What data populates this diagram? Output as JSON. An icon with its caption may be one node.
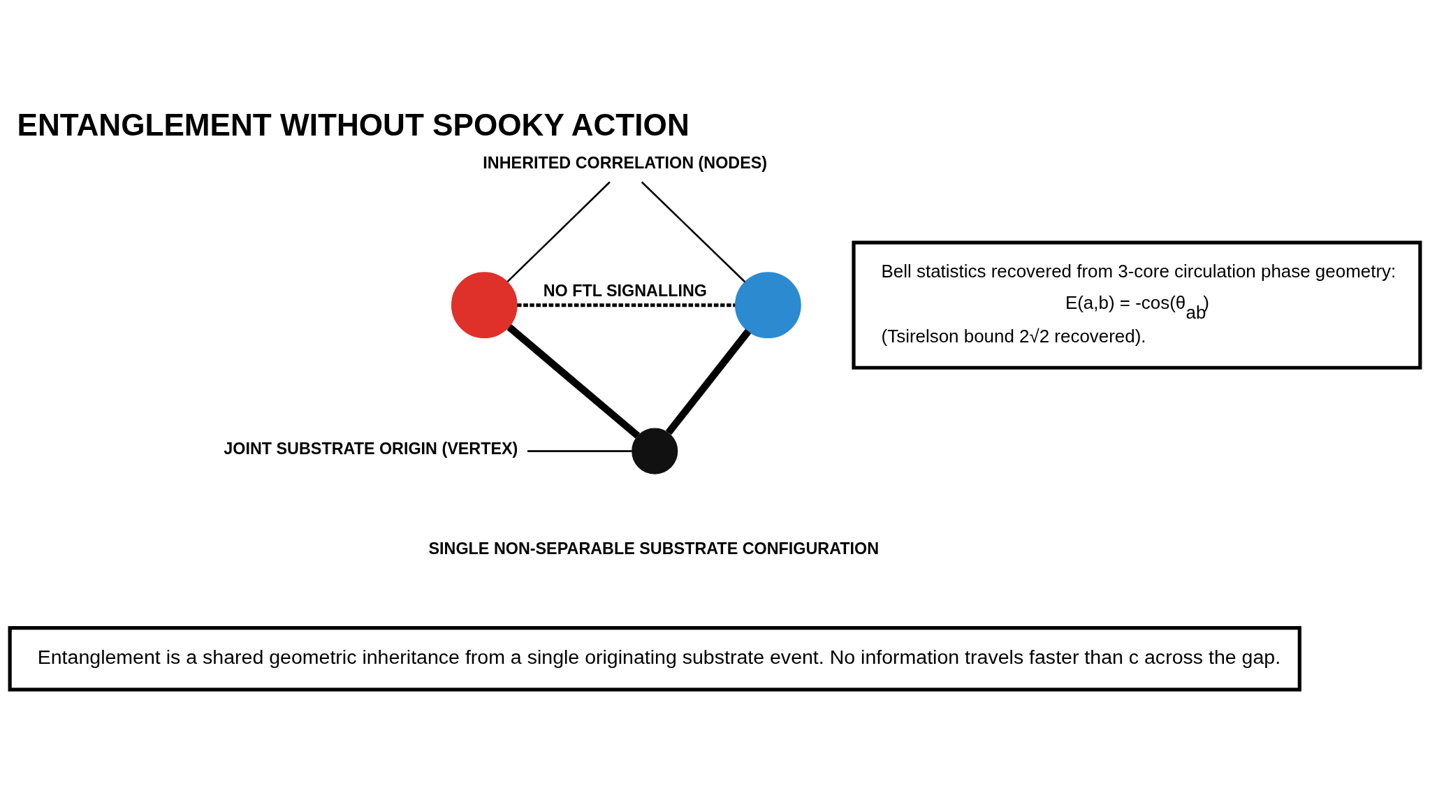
{
  "diagram": {
    "title": "ENTANGLEMENT WITHOUT SPOOKY ACTION",
    "nodes": [
      {
        "text": [],
        "shape": "circle"
      },
      {
        "text": [],
        "shape": "circle"
      },
      {
        "text": [],
        "shape": "circle"
      },
      {
        "text": [
          "INHERITED CORRELATION (NODES)"
        ]
      },
      {
        "text": [
          "JOINT SUBSTRATE ORIGIN (VERTEX)"
        ]
      },
      {
        "text": [
          "Bell statistics recovered from 3-core circulation phase geometry:",
          "E(a,b) = -cos(θ$_{ab}$)",
          "(Tsirelson bound 2√2 recovered)."
        ]
      },
      {
        "text": [
          "Entanglement is a shared geometric inheritance from a single originating substrate event. No information travels faster than c across the gap."
        ]
      }
    ],
    "edges": [
      {
        "from": 0,
        "to": 1,
        "arrow": "none",
        "style": "dashed",
        "label": "NO FTL SIGNALLING"
      },
      {
        "from": 0,
        "to": 2,
        "arrow": "none",
        "style": "thick"
      },
      {
        "from": 1,
        "to": 2,
        "arrow": "none",
        "style": "thick"
      },
      {
        "from": 3,
        "to": 0,
        "arrow": "none"
      },
      {
        "from": 3,
        "to": 1,
        "arrow": "none"
      },
      {
        "from": 4,
        "to": 2,
        "arrow": "none"
      }
    ],
    "labels": [
      "SINGLE NON-SEPARABLE SUBSTRATE CONFIGURATION"
    ]
  }
}
